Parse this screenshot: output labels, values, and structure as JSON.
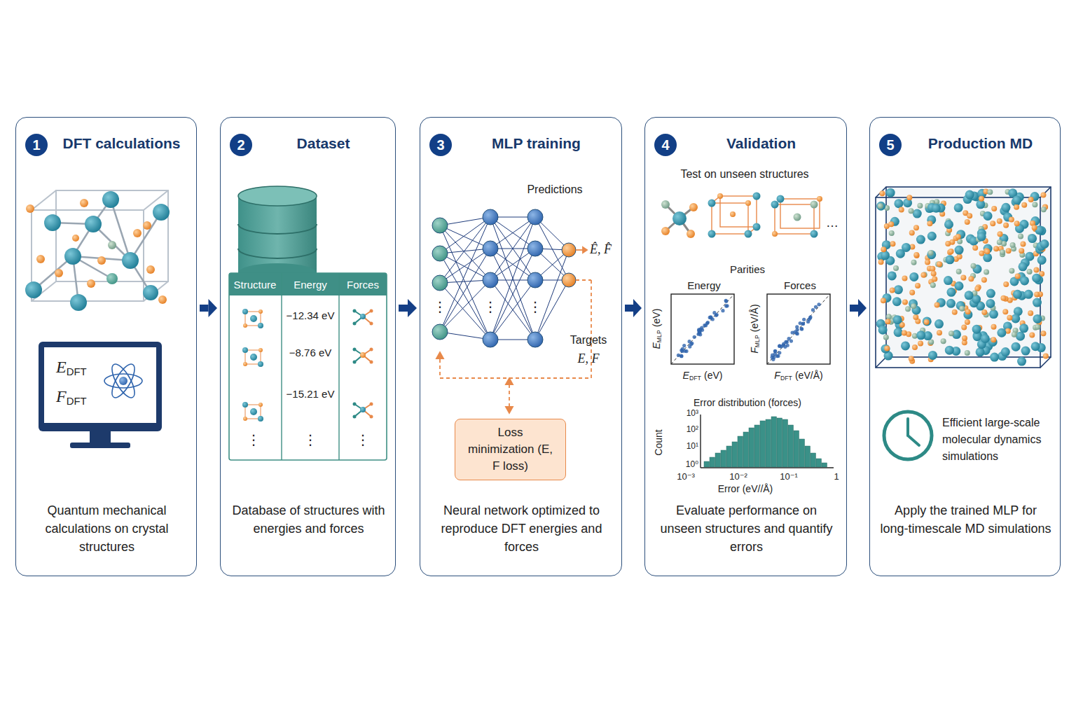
{
  "diagram": {
    "nodes": [
      {
        "text": [
          "DFT calculations",
          "Quantum mechanical calculations on crystal structures"
        ]
      },
      {
        "text": [
          "1"
        ],
        "in": 0
      },
      {
        "text": [
          "Dataset",
          "Database of structures with energies and forces"
        ]
      },
      {
        "text": [
          "2"
        ],
        "in": 2
      },
      {
        "text": [
          "MLP training",
          "Neural network optimized to reproduce DFT energies and forces"
        ]
      },
      {
        "text": [
          "3"
        ],
        "in": 4
      },
      {
        "text": [
          "Loss minimization (E, F loss)"
        ],
        "in": 4
      },
      {
        "text": [
          "Validation",
          "Evaluate performance on unseen structures and quantify errors"
        ]
      },
      {
        "text": [
          "4"
        ],
        "in": 7
      },
      {
        "text": [
          "Production MD",
          "Apply the trained MLP for long-timescale MD simulations"
        ]
      },
      {
        "text": [
          "5"
        ],
        "in": 9
      }
    ],
    "edges": [
      {
        "from": 0,
        "to": 2,
        "arrow": "to"
      },
      {
        "from": 2,
        "to": 4,
        "arrow": "to"
      },
      {
        "from": 4,
        "to": 7,
        "arrow": "to"
      },
      {
        "from": 7,
        "to": 9,
        "arrow": "to"
      }
    ],
    "labels": [
      "E",
      "DFT",
      "F",
      "DFT",
      "Structure",
      "Energy",
      "Forces",
      "−12.34 eV",
      "−8.76 eV",
      "−15.21 eV",
      "⋮",
      "⋮",
      "⋮",
      "Predictions",
      "Ê, F̂",
      "Targets",
      "E, F",
      "⋮",
      "⋮",
      "⋮",
      "Test on unseen structures",
      "…",
      "Parities",
      "Energy",
      "Forces",
      "E",
      "MLP",
      "(eV)",
      "E",
      "DFT",
      "(eV)",
      "F",
      "MLP",
      "(eV/Å)",
      "F",
      "DFT",
      "(eV/Å)",
      "Error distribution (forces)",
      "Count",
      "10³",
      "10²",
      "10¹",
      "10⁰",
      "10⁻³",
      "10⁻²",
      "10⁻¹",
      "1",
      "Error (eV//Å)",
      "Efficient large-scale molecular dynamics simulations"
    ]
  }
}
